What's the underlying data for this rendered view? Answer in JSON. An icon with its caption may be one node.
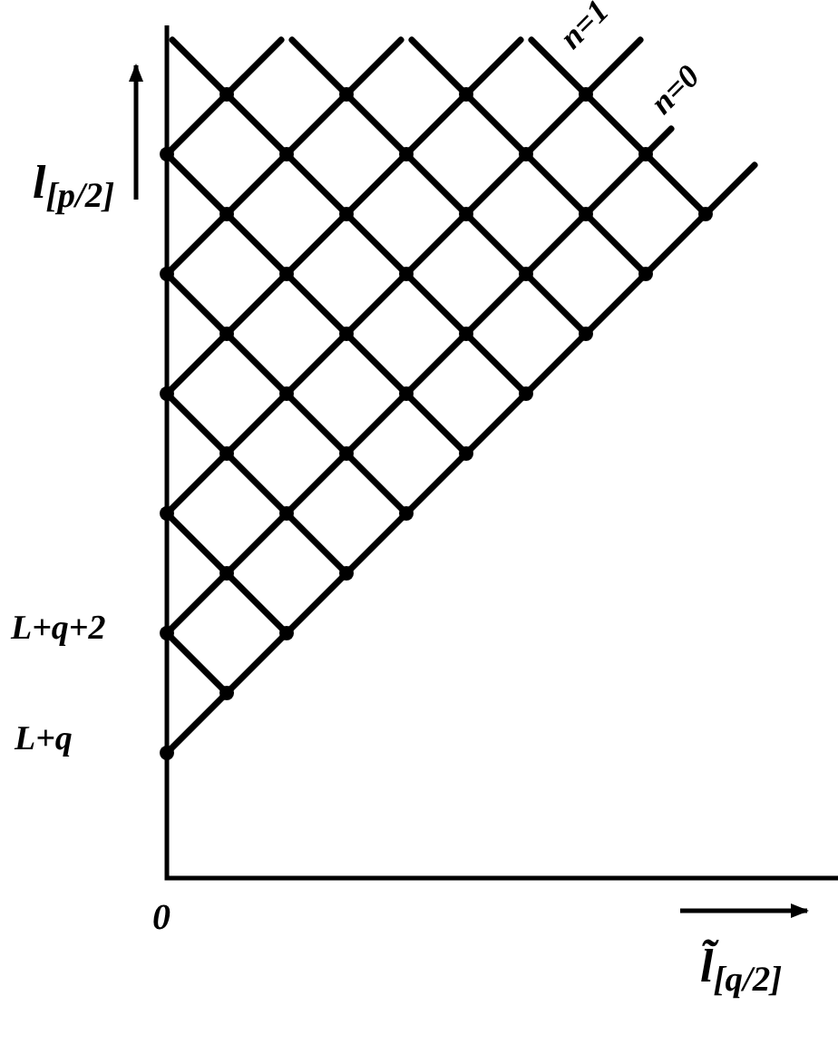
{
  "diagram": {
    "labels": [
      "l$_{[p/2]}$",
      "n=1",
      "n=0",
      "L+q+2",
      "L+q",
      "0",
      "l̃$_{[q/2]}$"
    ]
  }
}
